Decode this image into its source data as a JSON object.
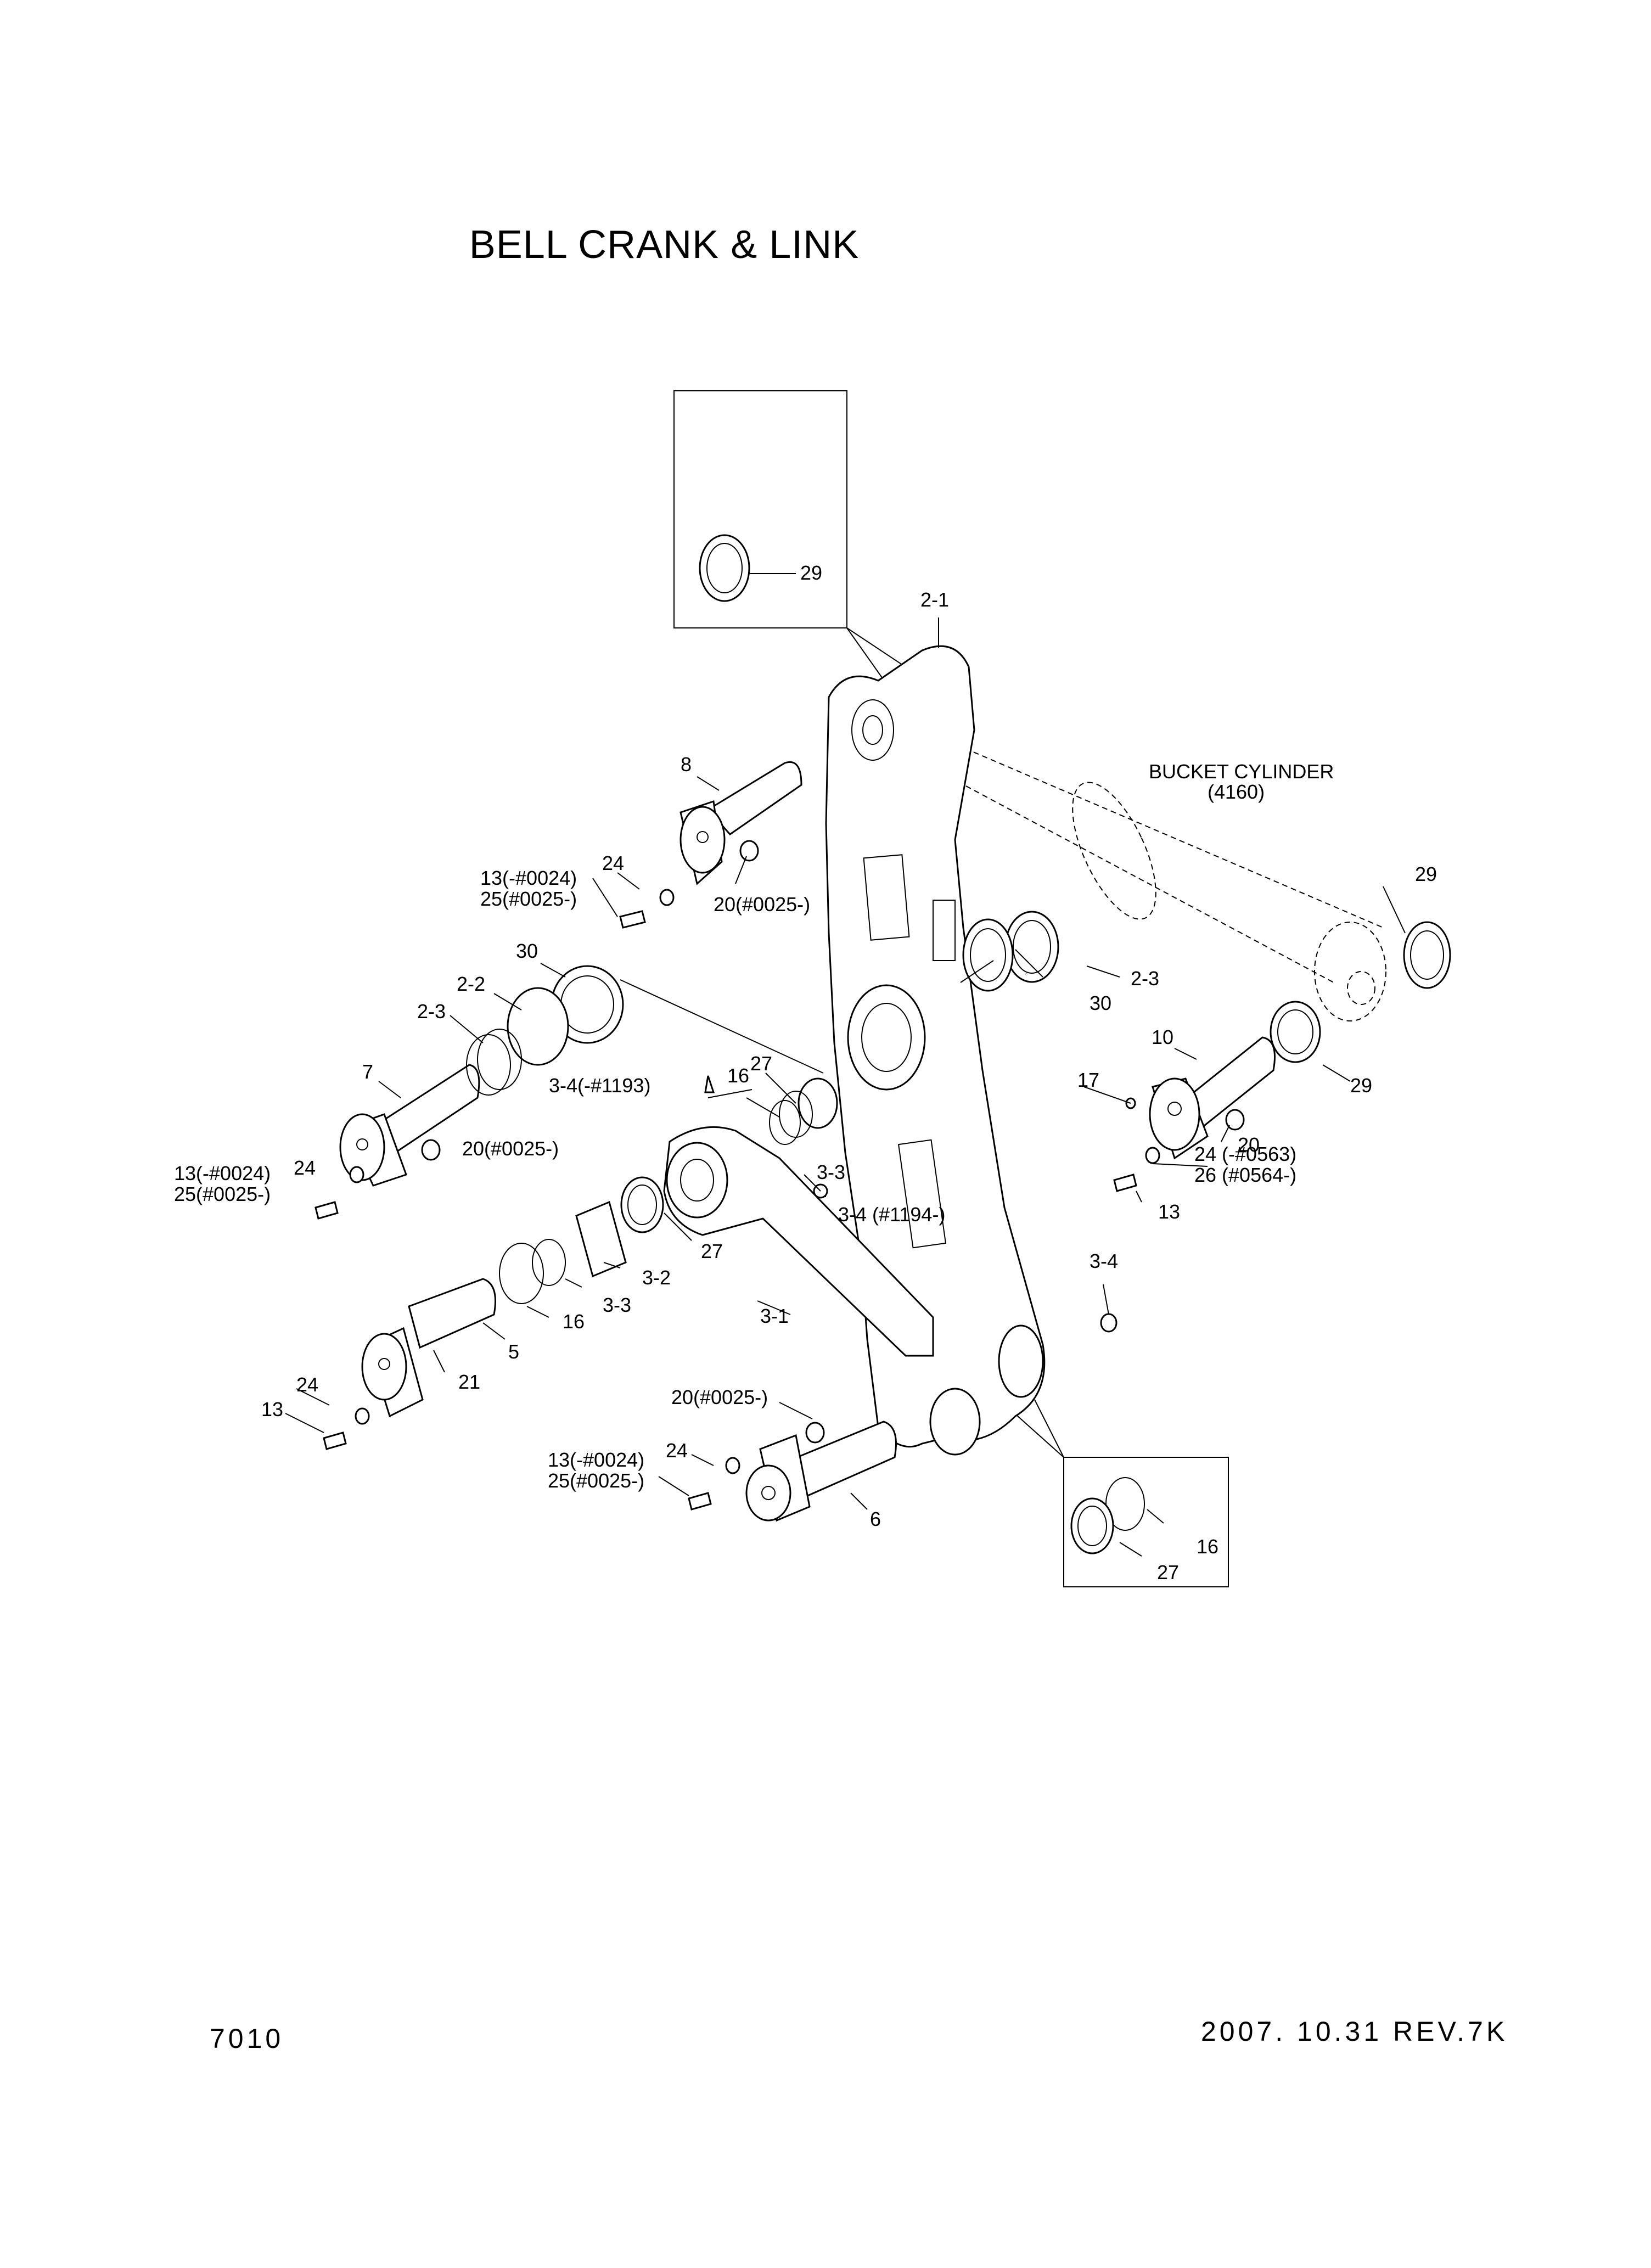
{
  "title": "BELL CRANK & LINK",
  "page_number": "7010",
  "revision": "2007. 10.31  REV.7K",
  "bucket_cylinder": {
    "name": "BUCKET CYLINDER",
    "ref": "(4160)"
  },
  "callouts": [
    "29",
    "2-1",
    "8",
    "24",
    "13(-#0024)",
    "25(#0025-)",
    "20(#0025-)",
    "29",
    "30",
    "2-3",
    "2-2",
    "2-3",
    "30",
    "7",
    "27",
    "16",
    "3-4(-#1193)",
    "24",
    "13(-#0024)",
    "25(#0025-)",
    "20(#0025-)",
    "3-3",
    "3-4 (#1194-)",
    "10",
    "17",
    "29",
    "20",
    "24 (-#0563)",
    "26 (#0564-)",
    "13",
    "27",
    "3-2",
    "3-3",
    "16",
    "5",
    "3-1",
    "3-4",
    "24",
    "13",
    "21",
    "20(#0025-)",
    "24",
    "13(-#0024)",
    "25(#0025-)",
    "6",
    "16",
    "27"
  ]
}
